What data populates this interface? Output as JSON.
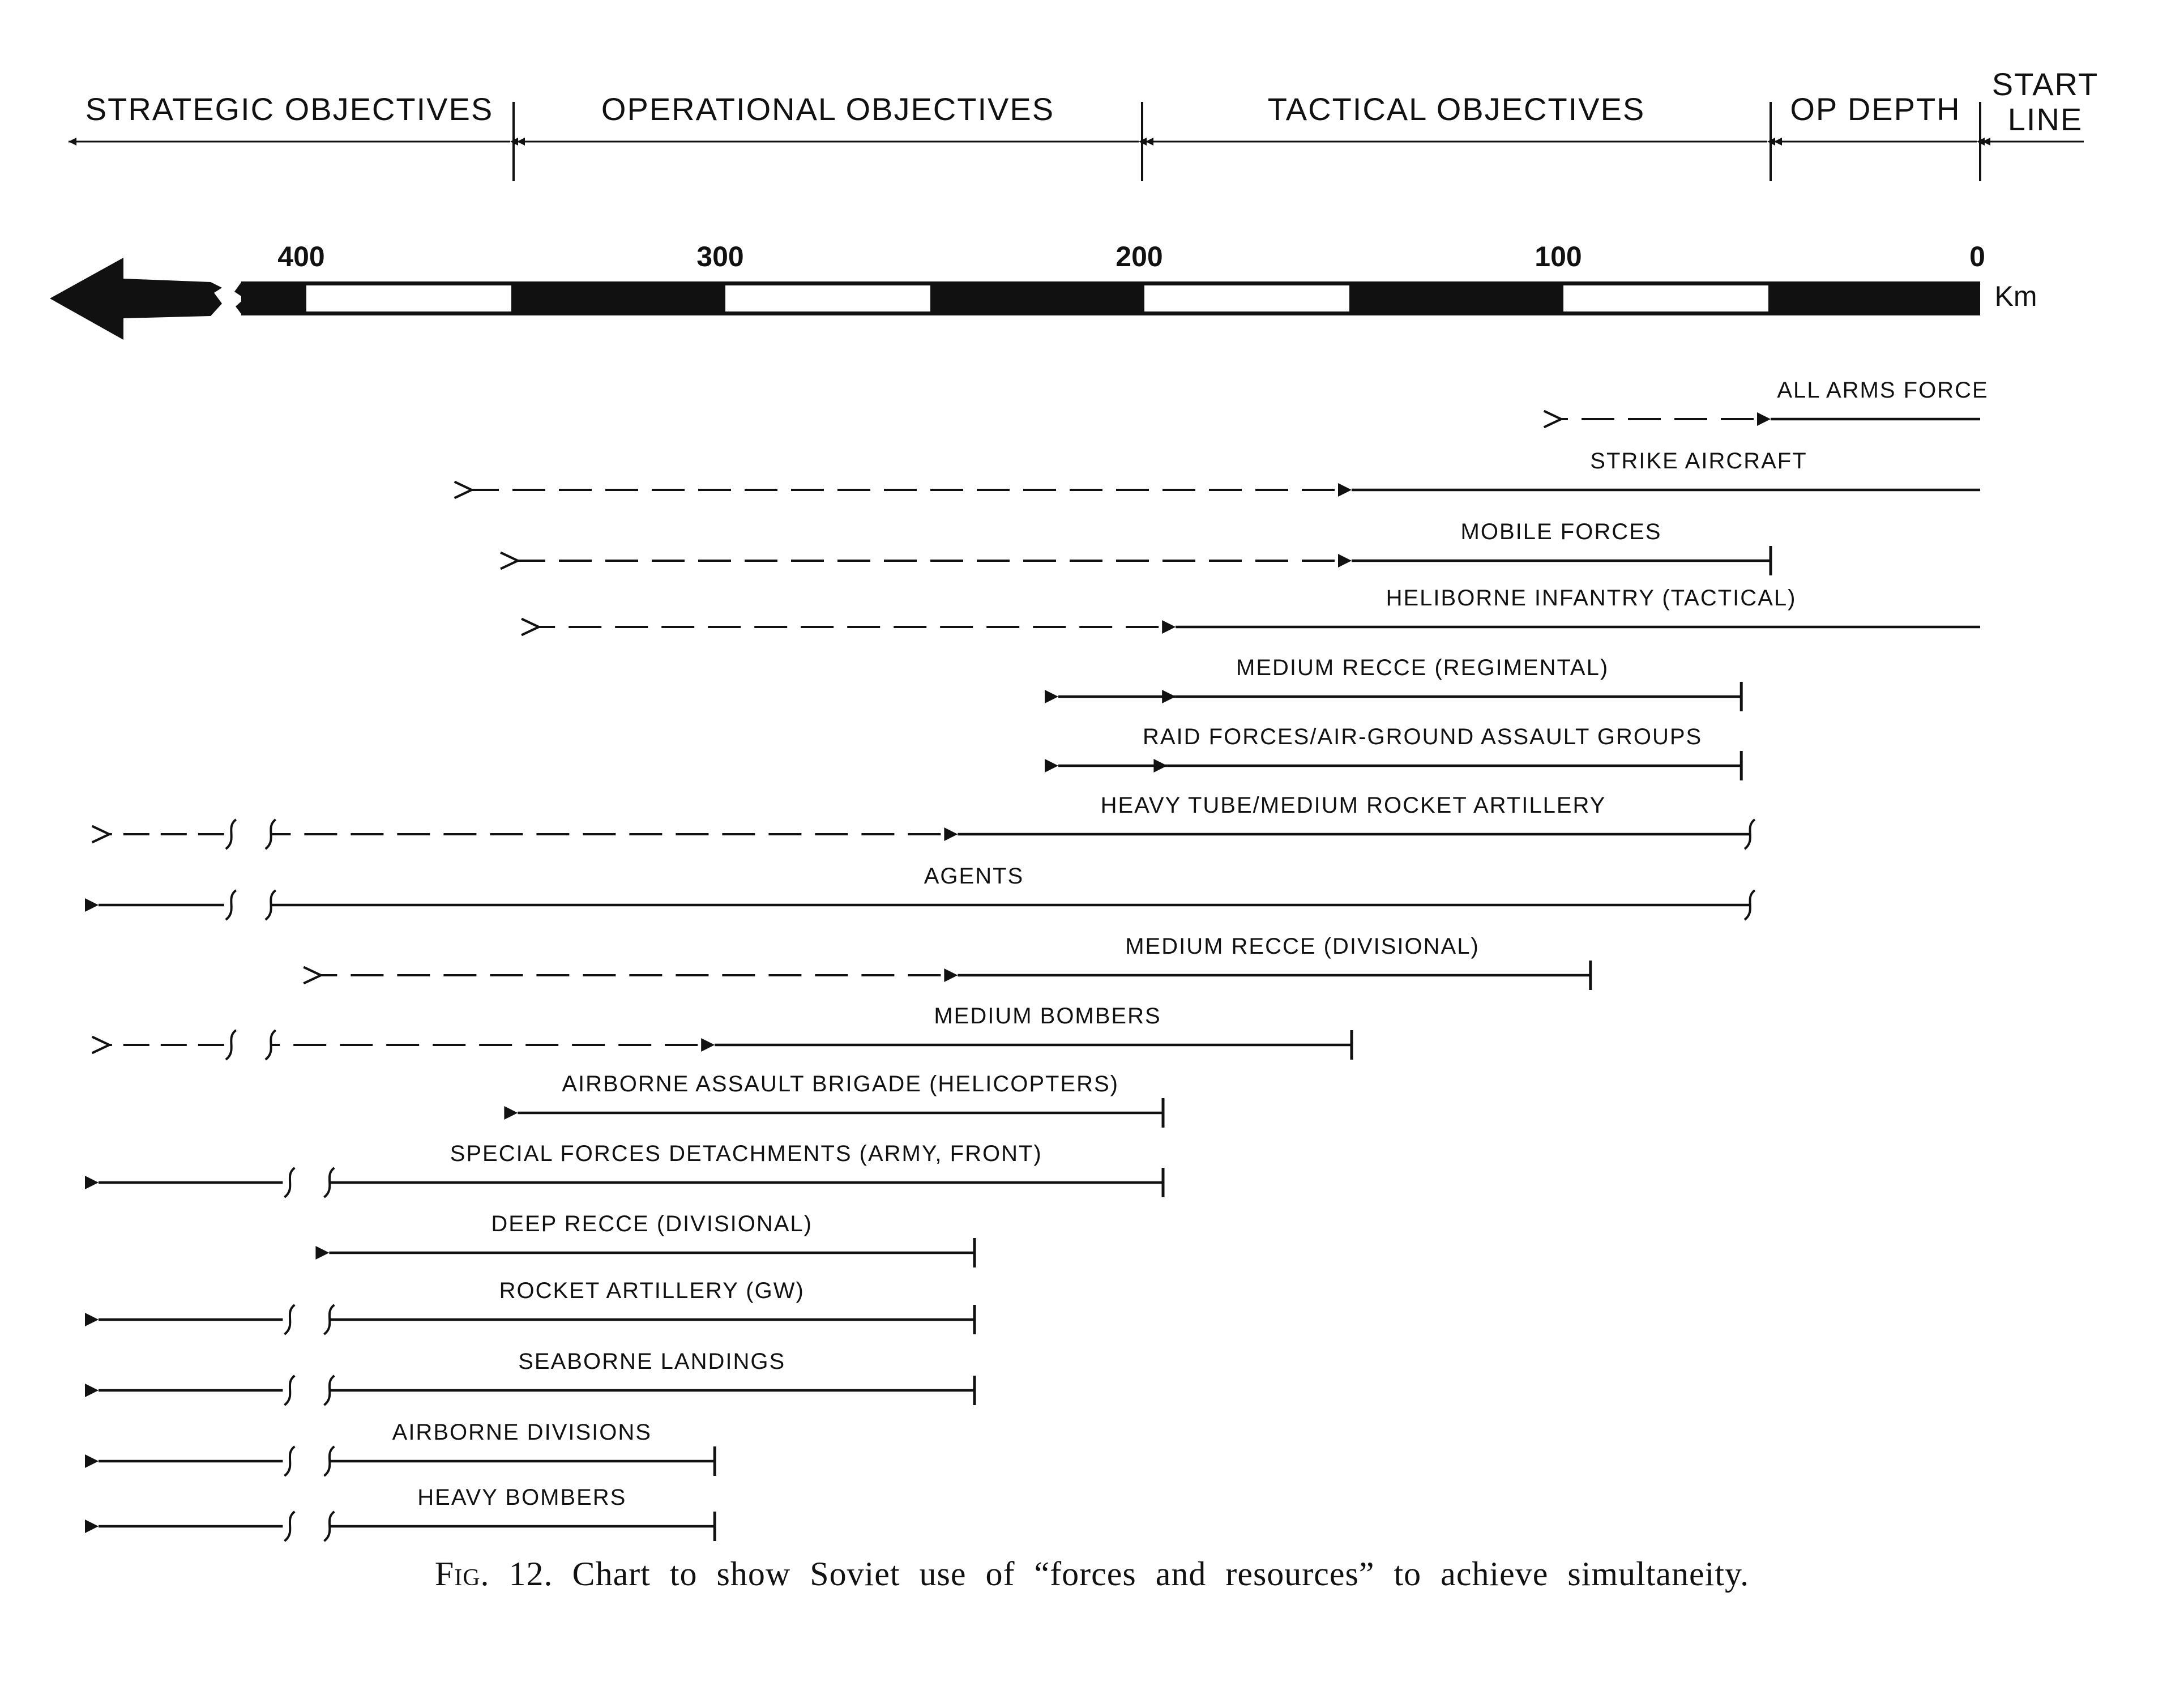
{
  "headers": [
    {
      "id": "strategic",
      "label": "STRATEGIC OBJECTIVES",
      "from_km": 510,
      "to_km": 350
    },
    {
      "id": "operational",
      "label": "OPERATIONAL OBJECTIVES",
      "from_km": 350,
      "to_km": 200
    },
    {
      "id": "tactical",
      "label": "TACTICAL OBJECTIVES",
      "from_km": 200,
      "to_km": 50
    },
    {
      "id": "op-depth",
      "label": "OP DEPTH",
      "from_km": 50,
      "to_km": 0
    },
    {
      "id": "start-line",
      "label_lines": [
        "START",
        "LINE"
      ],
      "at_km": 0
    }
  ],
  "scale": {
    "ticks": [
      {
        "km": 400,
        "label": "400"
      },
      {
        "km": 300,
        "label": "300"
      },
      {
        "km": 200,
        "label": "200"
      },
      {
        "km": 100,
        "label": "100"
      },
      {
        "km": 0,
        "label": "0"
      }
    ],
    "unit": "Km",
    "segment_km": 50,
    "continues_beyond_km": 415,
    "direction_arrow": "left-arrow-icon"
  },
  "rows": [
    {
      "label": "ALL ARMS FORCE",
      "solid_from_km": 0,
      "solid_to_km": 50,
      "dashed_to_km": 100,
      "start_cap": "none"
    },
    {
      "label": "STRIKE AIRCRAFT",
      "solid_from_km": 0,
      "solid_to_km": 150,
      "dashed_to_km": 360,
      "start_cap": "none"
    },
    {
      "label": "MOBILE FORCES",
      "solid_from_km": 50,
      "solid_to_km": 150,
      "dashed_to_km": 349,
      "start_cap": "bar"
    },
    {
      "label": "HELIBORNE INFANTRY (TACTICAL)",
      "solid_from_km": 0,
      "solid_to_km": 192,
      "dashed_to_km": 344,
      "start_cap": "none"
    },
    {
      "label": "MEDIUM RECCE (REGIMENTAL)",
      "solid_from_km": 57,
      "solid_to_km": 192,
      "extended_to_km": 220,
      "start_cap": "bar"
    },
    {
      "label": "RAID FORCES/AIR-GROUND ASSAULT GROUPS",
      "solid_from_km": 57,
      "solid_to_km": 194,
      "extended_to_km": 220,
      "start_cap": "bar"
    },
    {
      "label": "HEAVY TUBE/MEDIUM ROCKET ARTILLERY",
      "solid_from_km": 55,
      "solid_to_km": 244,
      "dashed_to_km": 408,
      "beyond_break_dashed": true,
      "start_cap": "wave"
    },
    {
      "label": "AGENTS",
      "solid_from_km": 55,
      "solid_to_km": 408,
      "beyond_break_solid": true,
      "start_cap": "wave"
    },
    {
      "label": "MEDIUM RECCE (DIVISIONAL)",
      "solid_from_km": 93,
      "solid_to_km": 244,
      "dashed_to_km": 396,
      "start_cap": "bar"
    },
    {
      "label": "MEDIUM BOMBERS",
      "solid_from_km": 150,
      "solid_to_km": 302,
      "dashed_to_km": 408,
      "beyond_break_dashed": true,
      "start_cap": "bar"
    },
    {
      "label": "AIRBORNE ASSAULT BRIGADE (HELICOPTERS)",
      "solid_from_km": 195,
      "solid_to_km": 349,
      "start_cap": "bar"
    },
    {
      "label": "SPECIAL FORCES DETACHMENTS (ARMY, FRONT)",
      "solid_from_km": 195,
      "solid_to_km": 394,
      "beyond_break_solid": true,
      "start_cap": "bar"
    },
    {
      "label": "DEEP RECCE (DIVISIONAL)",
      "solid_from_km": 240,
      "solid_to_km": 394,
      "start_cap": "bar"
    },
    {
      "label": "ROCKET ARTILLERY (GW)",
      "solid_from_km": 240,
      "solid_to_km": 394,
      "beyond_break_solid": true,
      "start_cap": "bar"
    },
    {
      "label": "SEABORNE LANDINGS",
      "solid_from_km": 240,
      "solid_to_km": 394,
      "beyond_break_solid": true,
      "start_cap": "bar"
    },
    {
      "label": "AIRBORNE DIVISIONS",
      "solid_from_km": 302,
      "solid_to_km": 394,
      "beyond_break_solid": true,
      "start_cap": "bar"
    },
    {
      "label": "HEAVY BOMBERS",
      "solid_from_km": 302,
      "solid_to_km": 394,
      "beyond_break_solid": true,
      "start_cap": "bar"
    }
  ],
  "caption": {
    "prefix": "Fig. 12.",
    "text": "Chart to show Soviet use of “forces and resources” to achieve simultaneity."
  },
  "colors": {
    "ink": "#111111",
    "paper": "#ffffff"
  }
}
